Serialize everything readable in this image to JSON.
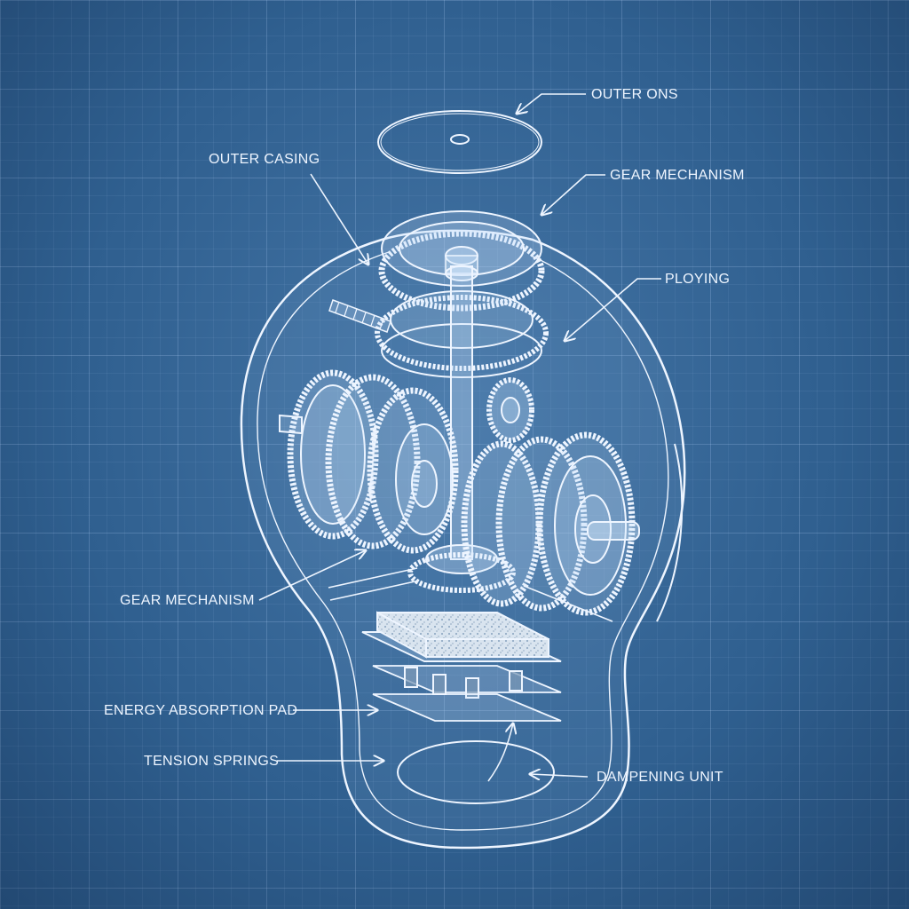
{
  "labels": {
    "outer_ons": "OUTER ONS",
    "outer_casing": "OUTER CASING",
    "gear_mechanism_top": "GEAR MECHANISM",
    "ploying": "PLOYING",
    "gear_mechanism_left": "GEAR MECHANISM",
    "energy_absorption_pad": "ENERGY ABSORPTION PAD",
    "tension_springs": "TENSION SPRINGS",
    "dampening_unit": "DAMPENING UNIT"
  },
  "colors": {
    "background": "#2f5f8f",
    "line": "#eef5ff",
    "grid": "#bedcff"
  }
}
